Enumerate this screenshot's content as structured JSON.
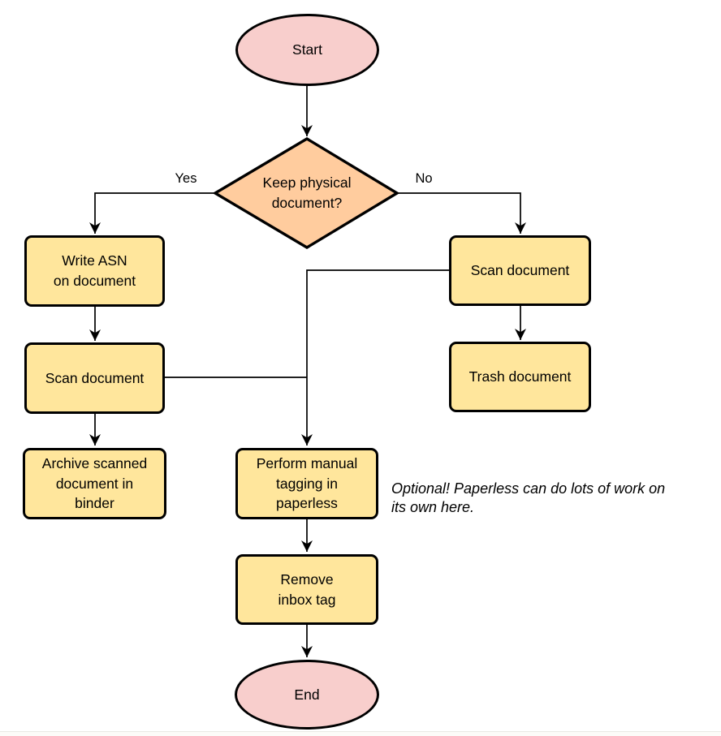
{
  "diagram": {
    "colors": {
      "process_fill": "#FFE69C",
      "terminal_fill": "#F8CECC",
      "decision_fill": "#FFCC9E",
      "stroke": "#000000"
    },
    "nodes": {
      "start": {
        "type": "terminal",
        "label": "Start"
      },
      "decision": {
        "type": "decision",
        "label": "Keep physical\ndocument?"
      },
      "write_asn": {
        "type": "process",
        "label": "Write ASN\non document"
      },
      "scan_left": {
        "type": "process",
        "label": "Scan document"
      },
      "archive": {
        "type": "process",
        "label": "Archive scanned\ndocument in\nbinder"
      },
      "scan_right": {
        "type": "process",
        "label": "Scan document"
      },
      "trash": {
        "type": "process",
        "label": "Trash document"
      },
      "tagging": {
        "type": "process",
        "label": "Perform manual\ntagging in\npaperless"
      },
      "remove_inbox": {
        "type": "process",
        "label": "Remove\ninbox tag"
      },
      "end": {
        "type": "terminal",
        "label": "End"
      }
    },
    "edge_labels": {
      "yes": "Yes",
      "no": "No"
    },
    "annotation": "Optional! Paperless can do lots of work on\nits own here."
  }
}
